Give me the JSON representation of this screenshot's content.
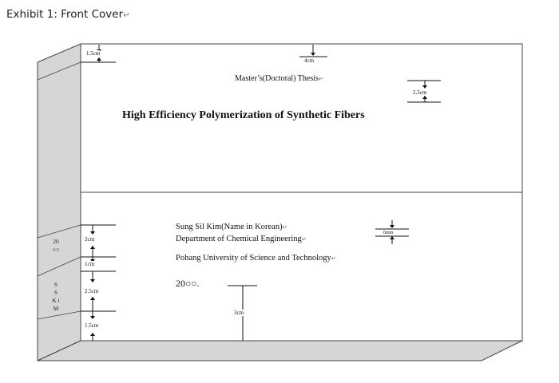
{
  "exhibit_title": "Exhibit 1: Front Cover",
  "cover": {
    "degree_line": "Master’s(Doctoral)  Thesis",
    "thesis_title": "High Efficiency Polymerization of Synthetic Fibers",
    "author_line": "Sung Sil Kim(Name in Korean)",
    "department_line": "Department of Chemical Engineering",
    "university_line": "Pohang University of Science and Technology",
    "year_line": "20○○.",
    "para_mark": "↵"
  },
  "dimensions": {
    "top_margin": "1.5cm",
    "title_top": "4cm",
    "title_gap": "2.5cm",
    "line_gap": "6mm",
    "left_a": "2cm",
    "left_b": "1cm",
    "left_c": "2.5cm",
    "left_d": "1.5cm",
    "bottom": "3cm"
  },
  "spine": {
    "year": "20○○",
    "name": "S S K i M"
  }
}
